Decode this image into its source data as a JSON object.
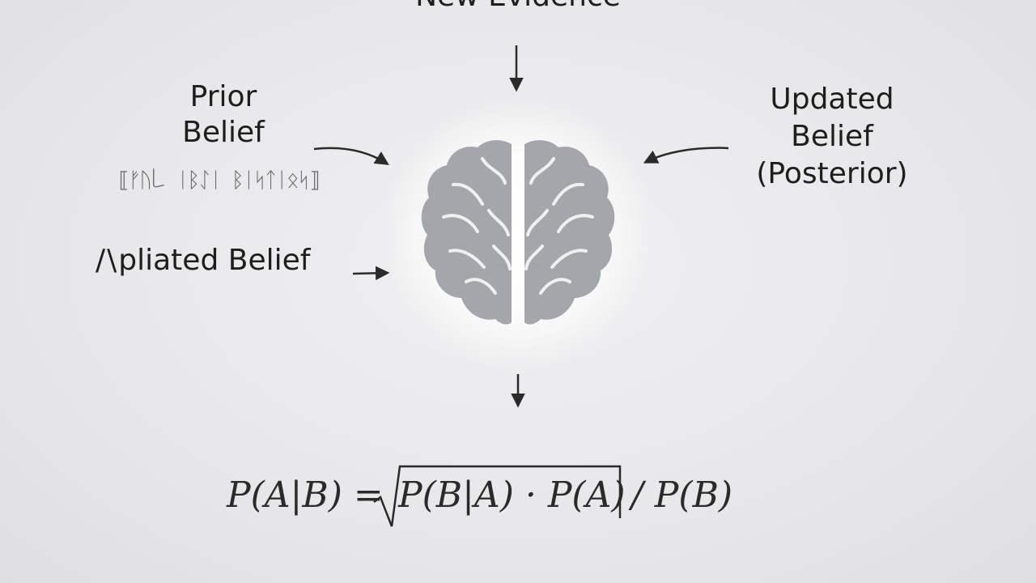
{
  "diagram": {
    "top_label": "New Evidence",
    "prior": {
      "line1": "Prior",
      "line2": "Belief"
    },
    "prior_sublabel": "⟦ᚠᚢ꒒ ᛁᛒᛇᛁ ᛒᛁᛋᛏᛁᛟᛋ⟧",
    "updated": {
      "line1": "Updated",
      "line2": "Belief",
      "line3": "(Posterior)"
    },
    "garbled_label": {
      "glyph": "/\\",
      "text": "pliated Belief"
    },
    "formula": {
      "lhs": "P(A|B) =",
      "radicand": "P(B|A) · P(A)",
      "divisor": "/ P(B)"
    }
  },
  "colors": {
    "brain": "#a3a6ab",
    "brain_dark": "#8f9297",
    "arrow": "#2b2b2b",
    "glow": "#ffffff"
  },
  "icons": {
    "center": "brain-icon",
    "arrows": "arrow-icon"
  }
}
